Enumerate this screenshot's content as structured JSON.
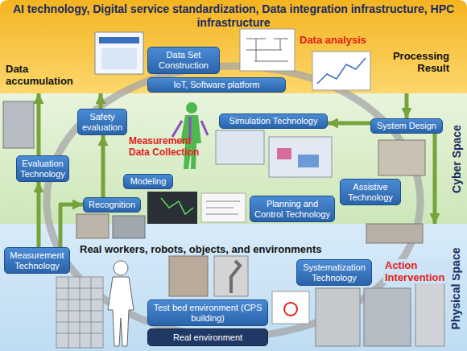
{
  "diagram": {
    "nodes": [
      {
        "text": [
          "AI technology, Digital service standardization, Data integration infrastructure, HPC infrastructure"
        ]
      },
      {
        "text": [
          "Data Set Construction"
        ],
        "in": 0
      },
      {
        "text": [
          "IoT, Software platform"
        ],
        "in": 0
      },
      {
        "text": [
          "Cyber Space"
        ]
      },
      {
        "text": [
          "Safety evaluation"
        ],
        "in": 3
      },
      {
        "text": [
          "Simulation Technology"
        ],
        "in": 3
      },
      {
        "text": [
          "System Design"
        ],
        "in": 3
      },
      {
        "text": [
          "Evaluation Technology"
        ],
        "in": 3
      },
      {
        "text": [
          "Modeling"
        ],
        "in": 3
      },
      {
        "text": [
          "Recognition"
        ],
        "in": 3
      },
      {
        "text": [
          "Assistive Technology"
        ],
        "in": 3
      },
      {
        "text": [
          "Planning and Control Technology"
        ],
        "in": 3
      },
      {
        "text": [
          "Physical Space"
        ]
      },
      {
        "text": [
          "Measurement Technology"
        ],
        "in": 12
      },
      {
        "text": [
          "Systematization Technology"
        ],
        "in": 12
      },
      {
        "text": [
          "Test bed environment (CPS building)"
        ],
        "in": 12
      },
      {
        "text": [
          "Real environment"
        ],
        "in": 12
      }
    ],
    "edges": [
      {
        "from": 13,
        "to": 7,
        "arrow": "to"
      },
      {
        "from": 13,
        "to": 9,
        "arrow": "to"
      },
      {
        "from": 9,
        "to": 4,
        "arrow": "to"
      },
      {
        "from": 7,
        "to": 0,
        "arrow": "to"
      },
      {
        "from": 4,
        "to": 0,
        "arrow": "to"
      },
      {
        "from": 0,
        "to": 6,
        "arrow": "to"
      },
      {
        "from": 6,
        "to": 5,
        "arrow": "to"
      },
      {
        "from": 6,
        "to": 12,
        "arrow": "to"
      }
    ],
    "labels": [
      "Data accumulation",
      "Data analysis",
      "Processing Result",
      "Measurement Data Collection",
      "Real workers, robots, objects, and environments",
      "Action Intervention"
    ]
  }
}
